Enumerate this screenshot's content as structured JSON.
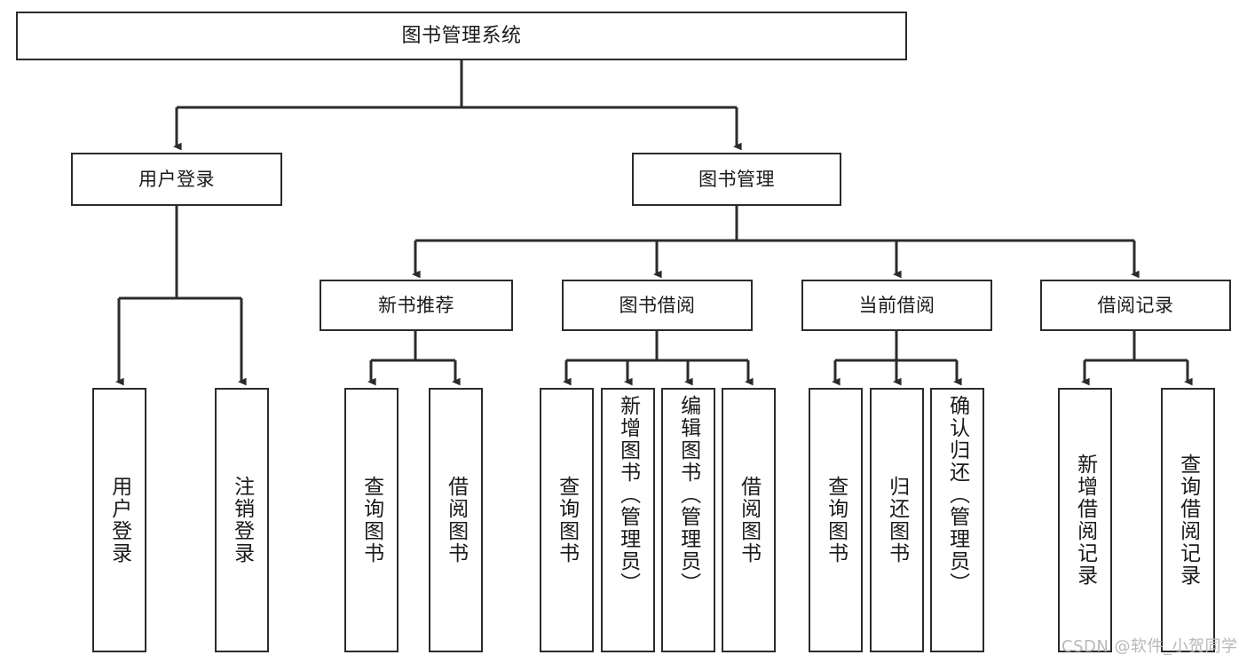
{
  "diagram": {
    "title": "图书管理系统",
    "type": "功能结构图",
    "watermark": "CSDN @软件_小贺同学",
    "colors": {
      "box_border": "#2b2b2b",
      "box_fill": "#ffffff",
      "edge": "#2b2b2b",
      "text": "#1a1a1a",
      "watermark": "#b8b8b8"
    },
    "nodes": {
      "root": {
        "label": "图书管理系统",
        "level": 0
      },
      "login": {
        "label": "用户登录",
        "level": 1
      },
      "book_mgmt": {
        "label": "图书管理",
        "level": 1
      },
      "new_book": {
        "label": "新书推荐",
        "level": 2
      },
      "borrow": {
        "label": "图书借阅",
        "level": 2
      },
      "current": {
        "label": "当前借阅",
        "level": 2
      },
      "records": {
        "label": "借阅记录",
        "level": 2
      },
      "leaf_user_login": {
        "label": "用户登录",
        "level": 3
      },
      "leaf_logout": {
        "label": "注销登录",
        "level": 3
      },
      "leaf_query_book_1": {
        "label": "查询图书",
        "level": 3
      },
      "leaf_borrow_book_1": {
        "label": "借阅图书",
        "level": 3
      },
      "leaf_query_book_2": {
        "label": "查询图书",
        "level": 3
      },
      "leaf_add_book": {
        "label": "新增图书（管理员）",
        "level": 3
      },
      "leaf_edit_book": {
        "label": "编辑图书（管理员）",
        "level": 3
      },
      "leaf_borrow_book_2": {
        "label": "借阅图书",
        "level": 3
      },
      "leaf_query_book_3": {
        "label": "查询图书",
        "level": 3
      },
      "leaf_return_book": {
        "label": "归还图书",
        "level": 3
      },
      "leaf_confirm_return": {
        "label": "确认归还（管理员）",
        "level": 3
      },
      "leaf_add_record": {
        "label": "新增借阅记录",
        "level": 3
      },
      "leaf_query_record": {
        "label": "查询借阅记录",
        "level": 3
      }
    },
    "edges": [
      {
        "from": "root",
        "to": "login"
      },
      {
        "from": "root",
        "to": "book_mgmt"
      },
      {
        "from": "login",
        "to": "leaf_user_login"
      },
      {
        "from": "login",
        "to": "leaf_logout"
      },
      {
        "from": "book_mgmt",
        "to": "new_book"
      },
      {
        "from": "book_mgmt",
        "to": "borrow"
      },
      {
        "from": "book_mgmt",
        "to": "current"
      },
      {
        "from": "book_mgmt",
        "to": "records"
      },
      {
        "from": "new_book",
        "to": "leaf_query_book_1"
      },
      {
        "from": "new_book",
        "to": "leaf_borrow_book_1"
      },
      {
        "from": "borrow",
        "to": "leaf_query_book_2"
      },
      {
        "from": "borrow",
        "to": "leaf_add_book"
      },
      {
        "from": "borrow",
        "to": "leaf_edit_book"
      },
      {
        "from": "borrow",
        "to": "leaf_borrow_book_2"
      },
      {
        "from": "current",
        "to": "leaf_query_book_3"
      },
      {
        "from": "current",
        "to": "leaf_return_book"
      },
      {
        "from": "current",
        "to": "leaf_confirm_return"
      },
      {
        "from": "records",
        "to": "leaf_add_record"
      },
      {
        "from": "records",
        "to": "leaf_query_record"
      }
    ]
  }
}
